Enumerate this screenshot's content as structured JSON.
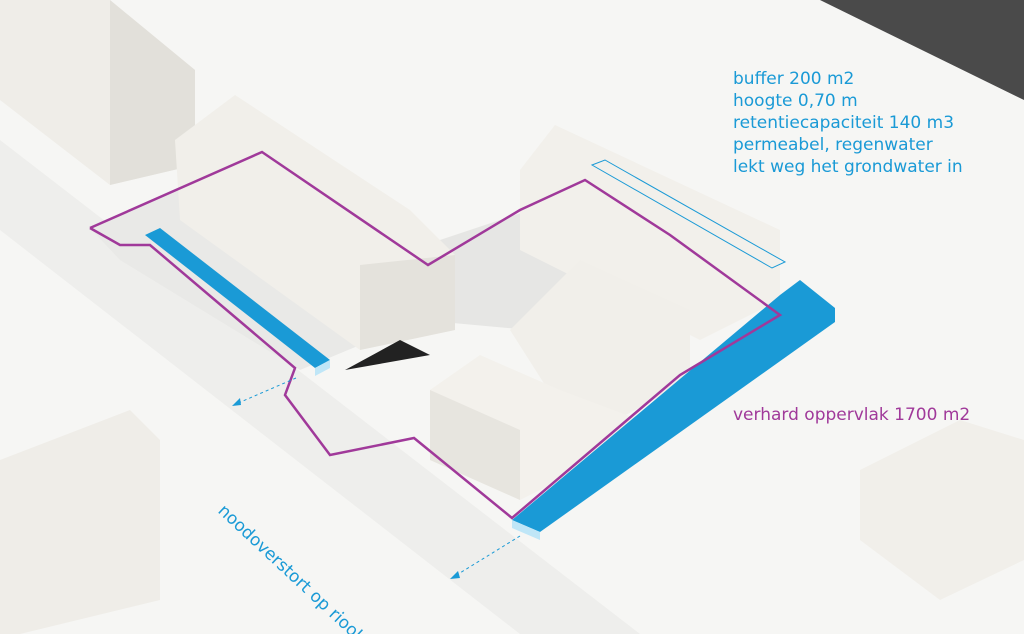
{
  "annotations": {
    "buffer_lines": [
      "buffer 200 m2",
      "hoogte 0,70 m",
      "retentiecapaciteit 140 m3",
      "permeabel, regenwater",
      "lekt weg het grondwater in"
    ],
    "paved_surface": "verhard oppervlak 1700 m2",
    "overflow": "noodoverstort op riool"
  },
  "colors": {
    "buffer": "#1a9ad6",
    "outline": "#a0399a",
    "building": "#f1efea",
    "ground": "#f4f4f2",
    "shadow": "#e3e3e1"
  }
}
